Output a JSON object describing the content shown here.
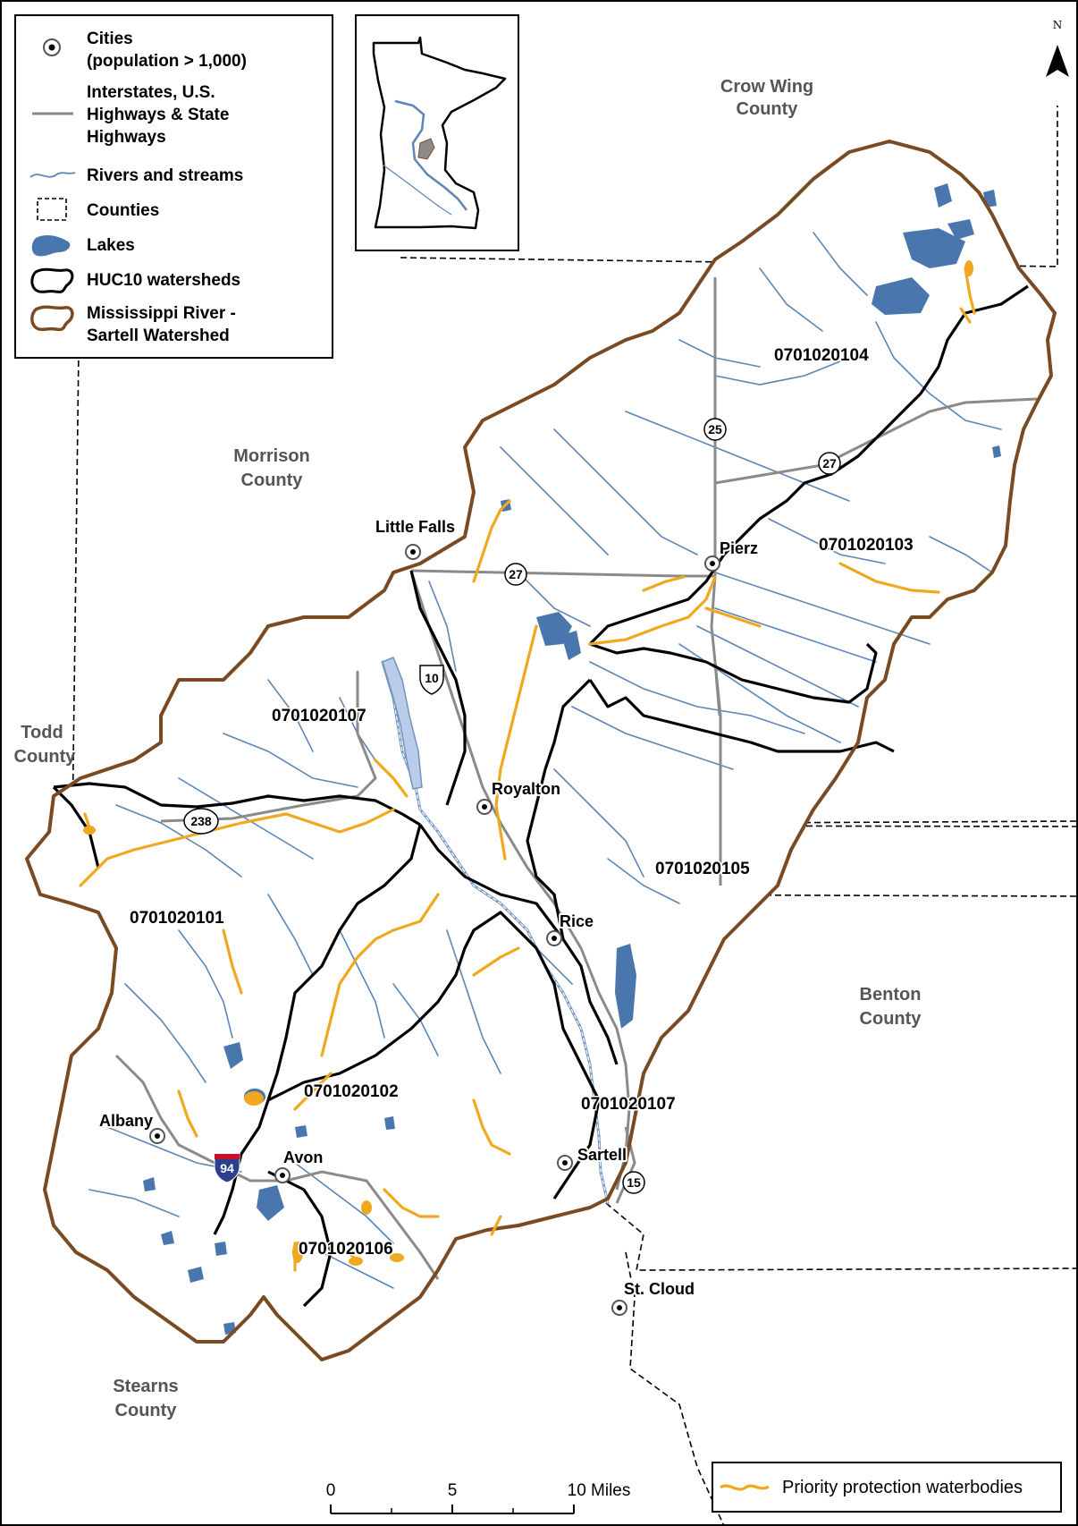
{
  "legend": {
    "items": [
      {
        "icon": "city-dot-icon",
        "label_lines": [
          "Cities",
          "(population > 1,000)"
        ]
      },
      {
        "icon": "highway-line-icon",
        "label_lines": [
          "Interstates, U.S.",
          "Highways & State",
          "Highways"
        ]
      },
      {
        "icon": "river-line-icon",
        "label_lines": [
          "Rivers and streams"
        ]
      },
      {
        "icon": "county-boundary-icon",
        "label_lines": [
          "Counties"
        ]
      },
      {
        "icon": "lake-icon",
        "label_lines": [
          "Lakes"
        ]
      },
      {
        "icon": "huc10-boundary-icon",
        "label_lines": [
          "HUC10 watersheds"
        ]
      },
      {
        "icon": "watershed-boundary-icon",
        "label_lines": [
          "Mississippi River -",
          "Sartell Watershed"
        ]
      }
    ],
    "priority_label": "Priority protection waterbodies"
  },
  "north_arrow": {
    "label": "N"
  },
  "counties": [
    {
      "id": "crow-wing",
      "lines": [
        "Crow Wing",
        "County"
      ]
    },
    {
      "id": "morrison",
      "lines": [
        "Morrison",
        "County"
      ]
    },
    {
      "id": "todd",
      "lines": [
        "Todd",
        "County"
      ]
    },
    {
      "id": "benton",
      "lines": [
        "Benton",
        "County"
      ]
    },
    {
      "id": "stearns",
      "lines": [
        "Stearns",
        "County"
      ]
    }
  ],
  "cities": {
    "little_falls": "Little Falls",
    "pierz": "Pierz",
    "royalton": "Royalton",
    "rice": "Rice",
    "albany": "Albany",
    "avon": "Avon",
    "sartell": "Sartell",
    "st_cloud": "St. Cloud"
  },
  "huc_labels": {
    "h104": "0701020104",
    "h103": "0701020103",
    "h107a": "0701020107",
    "h105": "0701020105",
    "h101": "0701020101",
    "h102": "0701020102",
    "h107b": "0701020107",
    "h106": "0701020106"
  },
  "shields": {
    "r25": "25",
    "r27a": "27",
    "r27b": "27",
    "r10": "10",
    "r238": "238",
    "r94": "94",
    "r15": "15"
  },
  "scale_bar": {
    "labels": [
      "0",
      "5",
      "10 Miles"
    ]
  },
  "colors": {
    "watershed_boundary": "#7a4a22",
    "huc_boundary": "#000000",
    "river": "#5b86b5",
    "lake": "#4a76ae",
    "priority": "#f0a820",
    "highway": "#8a8a8a",
    "county": "#000000"
  }
}
